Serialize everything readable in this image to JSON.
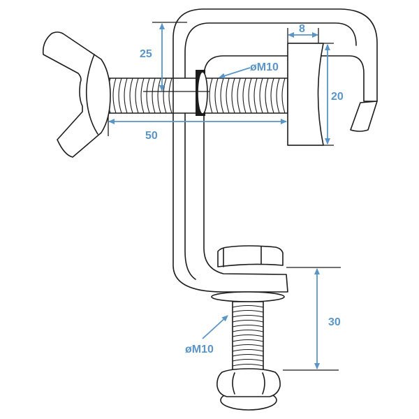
{
  "drawing": {
    "subject": "Stage clamp (C-hook) technical drawing with dimensions",
    "colors": {
      "dimension": "#5a95c8",
      "outline": "#1c1c1c",
      "background": "#ffffff"
    },
    "dimensions": {
      "hook_top_to_bolt_axis": "25",
      "bolt_length": "50",
      "jaw_plate_width": "8",
      "jaw_plate_height": "20",
      "bottom_bolt_length": "30",
      "top_thread_size": "øM10",
      "bottom_thread_size": "øM10"
    },
    "units": "mm",
    "components": [
      "wing-nut",
      "threaded-bolt",
      "c-hook-frame",
      "pressure-plate",
      "hex-nut-top",
      "washer",
      "mounting-bolt",
      "hex-nut-bottom"
    ]
  }
}
